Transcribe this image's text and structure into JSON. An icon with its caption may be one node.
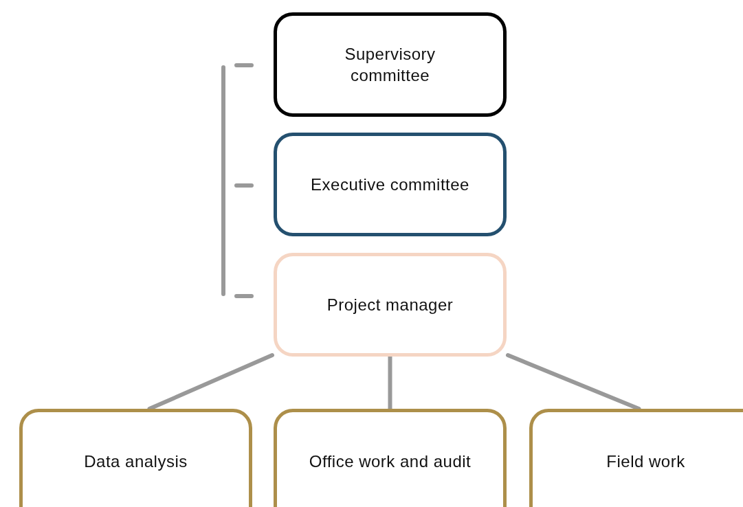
{
  "diagram": {
    "nodes": [
      {
        "text": [
          "Supervisory committee"
        ]
      },
      {
        "text": [
          "Executive committee"
        ]
      },
      {
        "text": [
          "Project manager"
        ]
      },
      {
        "text": [
          "Data analysis"
        ]
      },
      {
        "text": [
          "Office work and audit"
        ]
      },
      {
        "text": [
          "Field work"
        ]
      }
    ],
    "edges": [
      {
        "from": 2,
        "to": 3,
        "arrow": "none"
      },
      {
        "from": 2,
        "to": 4,
        "arrow": "none"
      },
      {
        "from": 2,
        "to": 5,
        "arrow": "none"
      }
    ]
  }
}
